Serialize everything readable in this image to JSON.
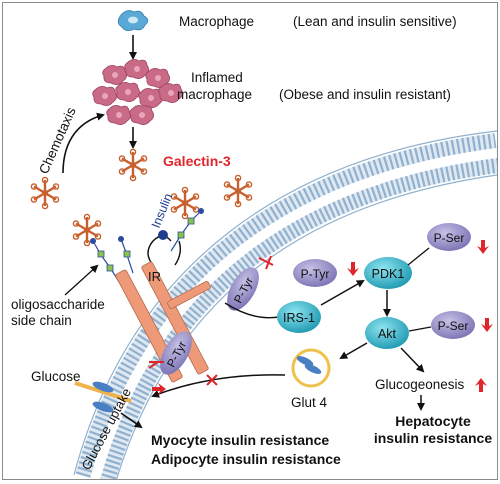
{
  "labels": {
    "macrophage": "Macrophage",
    "lean": "(Lean and insulin sensitive)",
    "inflamed_1": "Inflamed",
    "inflamed_2": "macrophage",
    "obese": "(Obese and insulin resistant)",
    "chemotaxis": "Chemotaxis",
    "galectin": "Galectin-3",
    "insulin": "Insulin",
    "ir": "IR",
    "oligo_1": "oligosaccharide",
    "oligo_2": "side chain",
    "ptyr": "P-Tyr",
    "irs1": "IRS-1",
    "pdk1": "PDK1",
    "pser": "P-Ser",
    "akt": "Akt",
    "glut4": "Glut 4",
    "glucose": "Glucose",
    "glucose_uptake": "Glucose uptake",
    "glucogeonesis": "Glucogeonesis",
    "hepatocyte_1": "Hepatocyte",
    "hepatocyte_2": "insulin resistance",
    "myocyte": "Myocyte insulin resistance",
    "adipocyte": "Adipocyte insulin resistance"
  },
  "colors": {
    "galectin": "#e0262b",
    "galectin_glyph": "#c8602e",
    "macrophage_blue": "#5aa9d6",
    "inflamed_pink": "#c96a86",
    "membrane_blue": "#a9c4dd",
    "receptor": "#ee9a78",
    "cyan_node": "#2fb3c7",
    "purple_node": "#8c84c0",
    "insulin_dot": "#1f3d8f",
    "glut_blue": "#4a7fc4",
    "red_arrow": "#e0262b"
  },
  "icons": {
    "macrophage": "macrophage-cell-icon",
    "inflamed": "inflamed-macrophage-cluster-icon",
    "galectin": "galectin-3-glyph-icon",
    "up_arrow": "increase-arrow-icon",
    "down_arrow": "decrease-arrow-icon",
    "inhibit": "inhibition-bar-icon",
    "blocked": "blocked-cross-icon"
  }
}
